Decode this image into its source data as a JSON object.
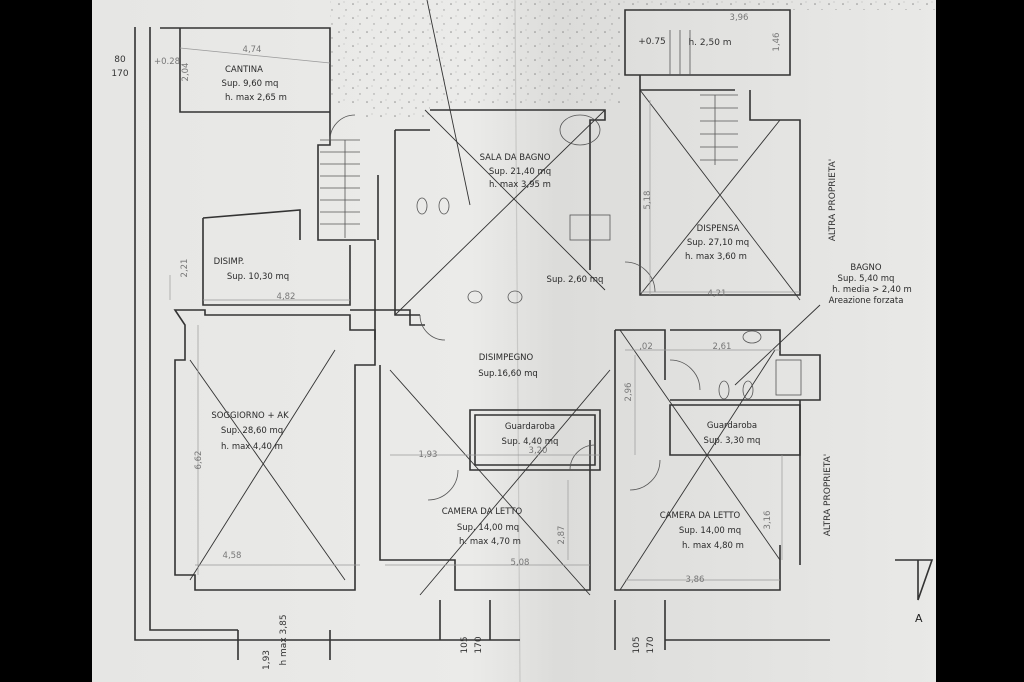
{
  "title_mark": "A",
  "exterior": {
    "window_top_left": [
      "80",
      "170"
    ],
    "level_cantina": "+0.28",
    "level_top_right": "+0.75",
    "height_top_right": "h. 2,50 m",
    "window_bottom_left": [
      "1,93",
      "h max 3,85"
    ],
    "window_bottom_mid": [
      "105",
      "170"
    ],
    "window_bottom_right": [
      "105",
      "170"
    ],
    "neighbour_top": "ALTRA PROPRIETA'",
    "neighbour_bottom": "ALTRA PROPRIETA'"
  },
  "rooms": {
    "cantina": {
      "name": "CANTINA",
      "area": "Sup. 9,60 mq",
      "height": "h. max 2,65 m"
    },
    "sala_da_bagno": {
      "name": "SALA DA BAGNO",
      "area": "Sup. 21,40 mq",
      "height": "h. max 3,95 m"
    },
    "dispensa": {
      "name": "DISPENSA",
      "area": "Sup. 27,10 mq",
      "height": "h. max 3,60 m"
    },
    "bagno": {
      "name": "BAGNO",
      "area": "Sup. 5,40 mq",
      "height": "h. media > 2,40 m",
      "note": "Areazione forzata"
    },
    "disimp": {
      "name": "DISIMP.",
      "area": "Sup. 10,30 mq"
    },
    "wc": {
      "area": "Sup. 2,60 mq"
    },
    "disimpegno": {
      "name": "DISIMPEGNO",
      "area": "Sup.16,60 mq"
    },
    "soggiorno": {
      "name": "SOGGIORNO + AK",
      "area": "Sup. 28,60 mq",
      "height": "h. max 4,40 m"
    },
    "guardaroba_1": {
      "name": "Guardaroba",
      "area": "Sup. 4,40 mq"
    },
    "camera_1": {
      "name": "CAMERA DA LETTO",
      "area": "Sup. 14,00 mq",
      "height": "h. max 4,70 m"
    },
    "guardaroba_2": {
      "name": "Guardaroba",
      "area": "Sup. 3,30 mq"
    },
    "camera_2": {
      "name": "CAMERA DA LETTO",
      "area": "Sup. 14,00 mq",
      "height": "h. max 4,80 m"
    }
  },
  "dimensions": {
    "cantina_w": "4,74",
    "cantina_h": "2,04",
    "top_right_w": "3,96",
    "top_right_h": "1,46",
    "dispensa_h": "5,18",
    "dispensa_w": "4,21",
    "disimp_h": "2,21",
    "disimp_w": "4,82",
    "bagno_a": ",02",
    "bagno_w": "2,61",
    "bagno_h": "2,96",
    "soggiorno_h": "6,62",
    "soggiorno_w": "4,58",
    "corridor_w": "1,93",
    "guardaroba_w": "3,20",
    "camera1_w": "5,08",
    "camera1_h": "2,87",
    "camera2_h": "3,16",
    "camera2_w": "3,86"
  }
}
